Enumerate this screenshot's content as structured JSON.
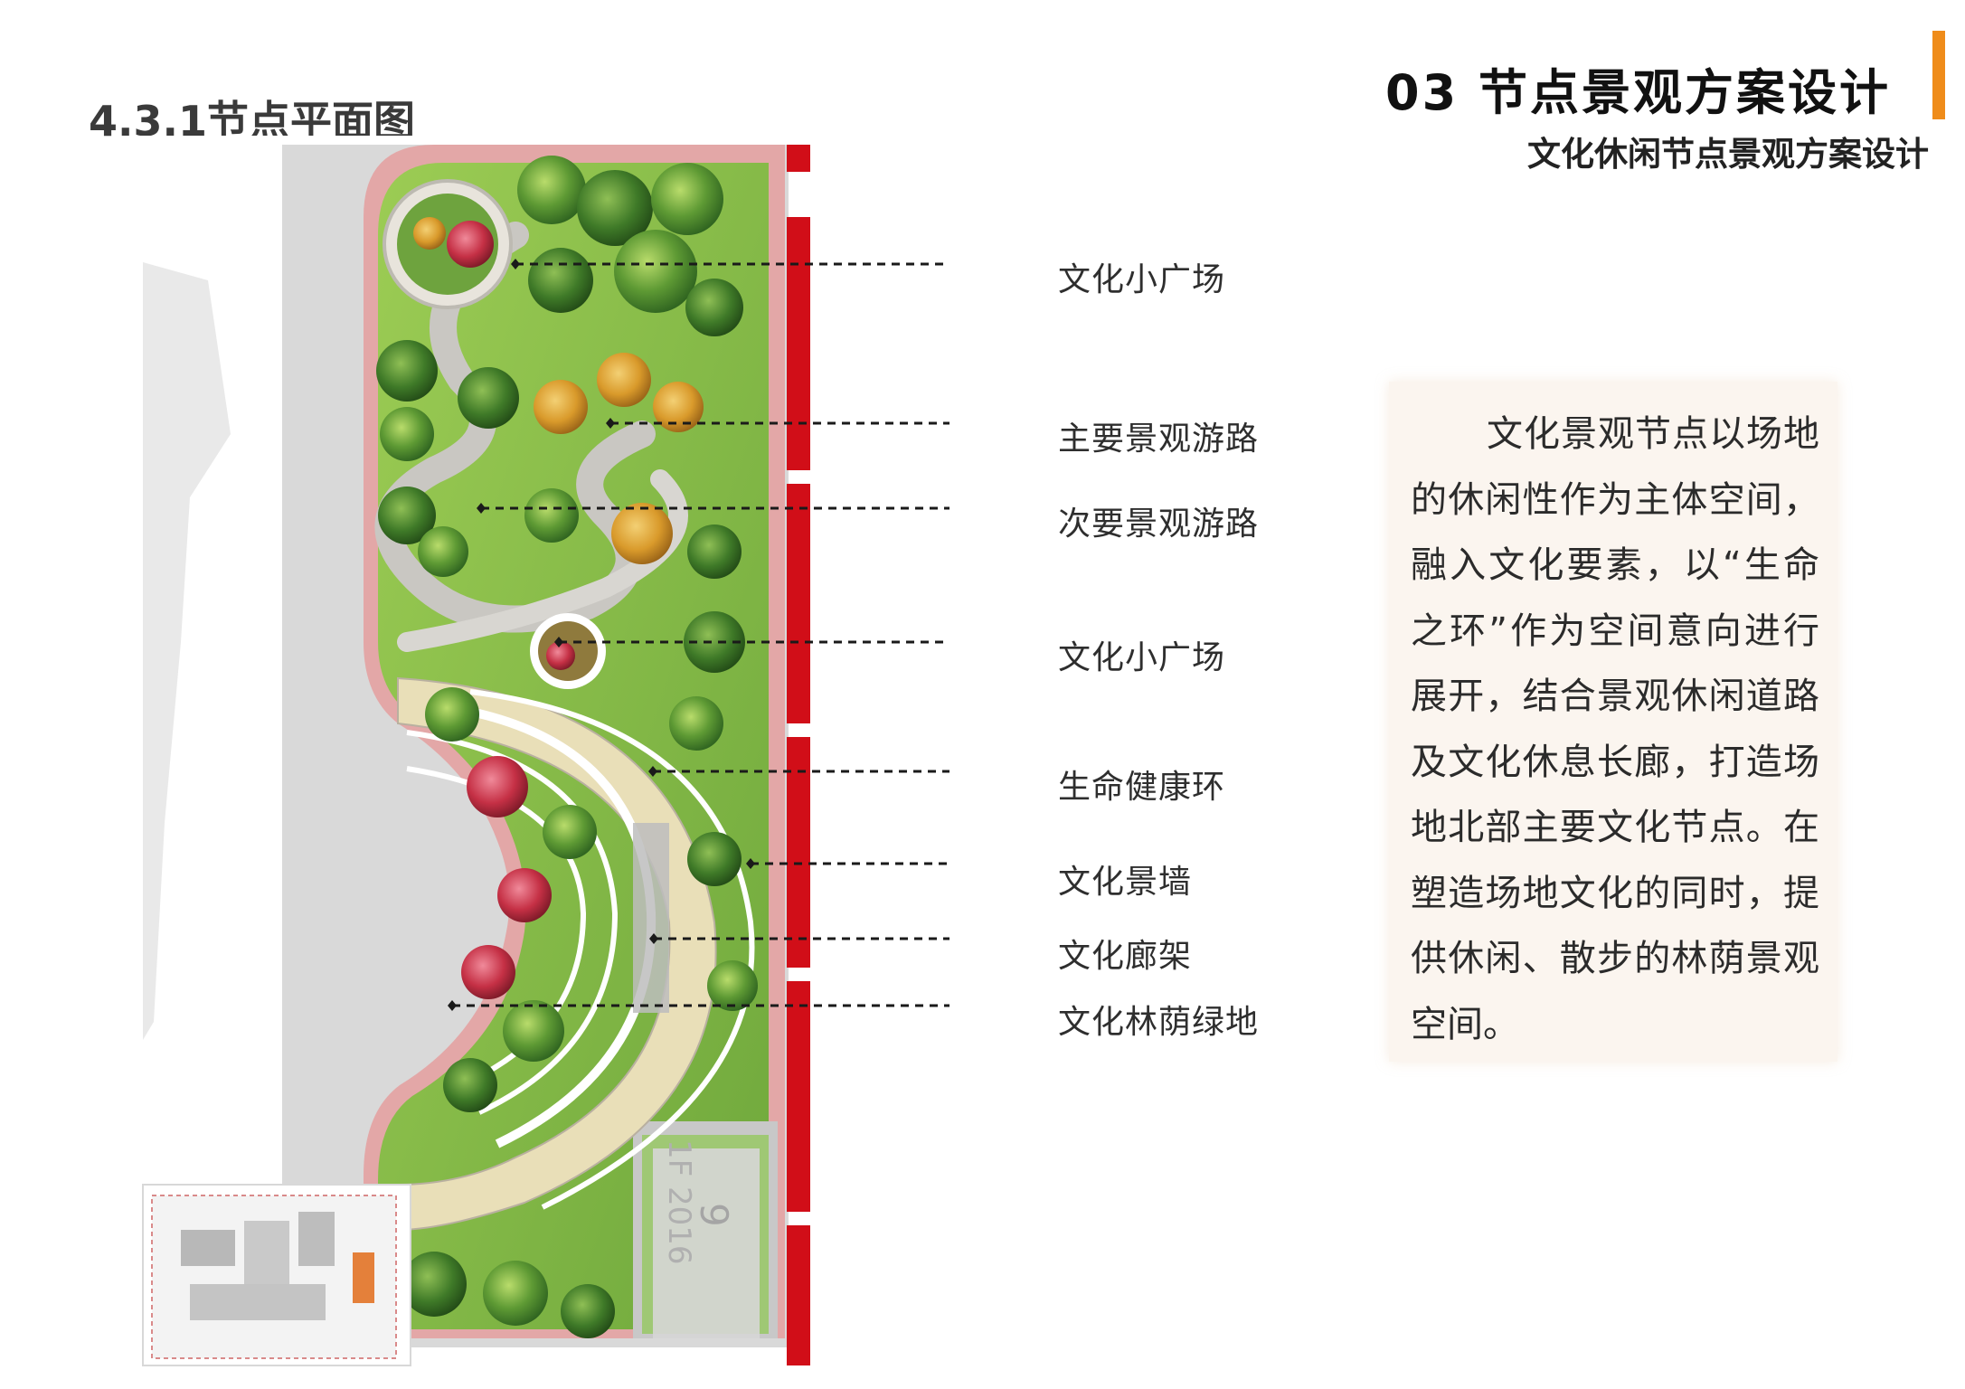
{
  "header": {
    "title": "03  节点景观方案设计",
    "subtitle": "文化休闲节点景观方案设计",
    "accent_color": "#ef8c1a"
  },
  "section": {
    "title": "4.3.1节点平面图"
  },
  "plan": {
    "labels": [
      {
        "text": "文化小广场"
      },
      {
        "text": "主要景观游路"
      },
      {
        "text": "次要景观游路"
      },
      {
        "text": "文化小广场"
      },
      {
        "text": "生命健康环"
      },
      {
        "text": "文化景墙"
      },
      {
        "text": "文化廊架"
      },
      {
        "text": "文化林荫绿地"
      }
    ],
    "building_markings": [
      "1F 2016",
      "9"
    ],
    "colors": {
      "lawn": "#8fc04a",
      "trees": "#4f8a2e",
      "paving": "#e9dfb8",
      "path": "#c9c7c2",
      "border": "#e3a7a7",
      "red_bar": "#d10e18"
    }
  },
  "description": {
    "text": "文化景观节点以场地的休闲性作为主体空间，融入文化要素，以“生命之环”作为空间意向进行展开，结合景观休闲道路及文化休息长廊，打造场地北部主要文化节点。在塑造场地文化的同时，提供休闲、散步的林荫景观空间。"
  }
}
